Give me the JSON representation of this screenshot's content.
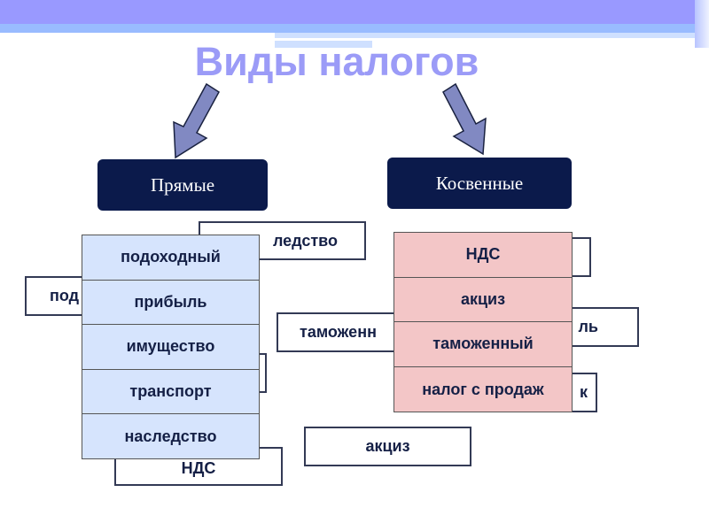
{
  "title": "Виды налогов",
  "categories": {
    "direct": "Прямые",
    "indirect": "Косвенные"
  },
  "direct_taxes": [
    "подоходный",
    "прибыль",
    "имущество",
    "транспорт",
    "наследство"
  ],
  "indirect_taxes": [
    "НДС",
    "акциз",
    "таможенный",
    "налог с продаж"
  ],
  "background_cards": {
    "inheritance_fragment": "ледство",
    "income_fragment": "под",
    "customs_fragment": "таможенн",
    "vat": "НДС",
    "excise": "акциз",
    "profit_fragment": "ль",
    "sales_fragment": "к"
  },
  "colors": {
    "title": "#9b9bf7",
    "header": "#0b1a4b",
    "direct_fill": "#d6e4fd",
    "indirect_fill": "#f3c6c7",
    "arrow": "#8189c2"
  }
}
